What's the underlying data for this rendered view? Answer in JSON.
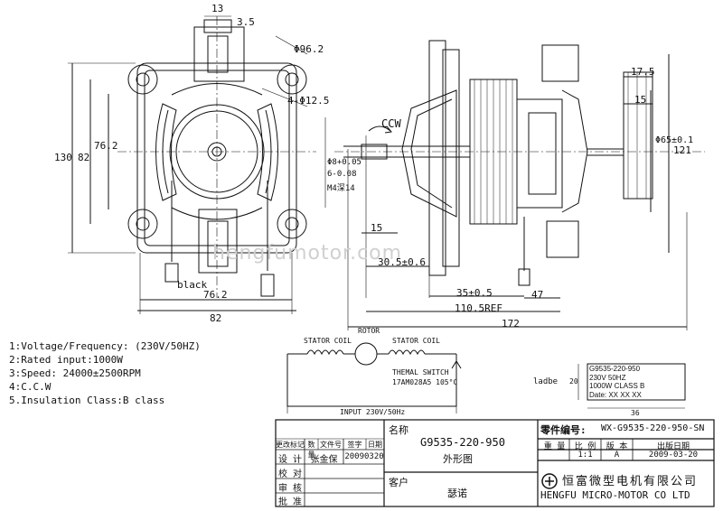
{
  "dims_front": {
    "d13": "13",
    "d3_5": "3.5",
    "d96_2": "Φ96.2",
    "d4_12_5": "4-Φ12.5",
    "d130": "130",
    "d82v": "82",
    "d76_2v": "76.2",
    "d76_2h": "76.2",
    "d82h": "82"
  },
  "dims_side": {
    "ccw": "CCW",
    "d8": "Φ8+0.05",
    "d6": "6-0.08",
    "m4": "M4深14",
    "d15": "15",
    "d30_5": "30.5±0.6",
    "d35": "35±0.5",
    "d47": "47",
    "d110": "110.5REF",
    "d172": "172",
    "d17_5": "17.5",
    "d15r": "15",
    "d65": "Φ65±0.1",
    "d121": "121"
  },
  "wire_label": "black",
  "watermark": "hengfumotor.com",
  "specs": [
    "1:Voltage/Frequency: (230V/50HZ)",
    "2:Rated input:1000W",
    "3:Speed: 24000±2500RPM",
    "4:C.C.W",
    "5.Insulation Class:B class"
  ],
  "circuit": {
    "stator1": "STATOR COIL",
    "rotor": "ROTOR",
    "stator2": "STATOR COIL",
    "switch1": "THEMAL SWITCH",
    "switch2": "17AM028A5 105°C",
    "input": "INPUT 230V/50Hz"
  },
  "label_box": {
    "ladbe": "ladbe",
    "lines": [
      "G9535-220-950",
      "230V      50HZ",
      "1000W    CLASS  B",
      "Date:  XX XX XX"
    ],
    "h": "20",
    "w": "36"
  },
  "title_block": {
    "rev_headers": [
      "更改标记",
      "数量",
      "文件号",
      "签字",
      "日期"
    ],
    "design_label": "设 计",
    "designer": "张金保",
    "design_date": "20090320",
    "check_label": "校 对",
    "review_label": "审 核",
    "approve_label": "批 准",
    "name_label": "名称",
    "part_name": "G9535-220-950",
    "drawing_type": "外形图",
    "customer_label": "客户",
    "customer": "瑟诺",
    "part_no_label": "零件编号:",
    "part_no": "WX-G9535-220-950-SN",
    "weight_label": "重 量",
    "scale_label": "比 例",
    "version_label": "版 本",
    "date_label": "出版日期",
    "scale": "1:1",
    "version": "A",
    "date": "2009-03-20",
    "company_cn": "恒富微型电机有限公司",
    "company_en": "HENGFU MICRO-MOTOR CO LTD"
  }
}
